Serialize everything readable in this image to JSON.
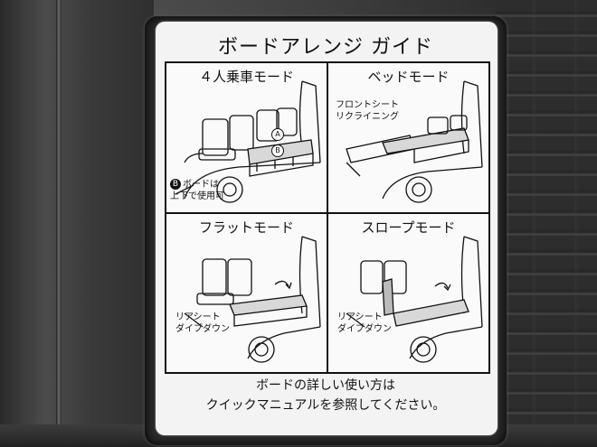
{
  "title": "ボードアレンジ ガイド",
  "panels": [
    {
      "title": "４人乗車モード",
      "notes": [
        "ボードは",
        "上下で使用可"
      ],
      "badge": "B",
      "markers": [
        "A",
        "B"
      ]
    },
    {
      "title": "ベッドモード",
      "notes": [
        "フロントシート",
        "リクライニング"
      ]
    },
    {
      "title": "フラットモード",
      "notes": [
        "リアシート",
        "ダイブダウン"
      ]
    },
    {
      "title": "スロープモード",
      "notes": [
        "リアシート",
        "ダイブダウン"
      ]
    }
  ],
  "footer": {
    "line1": "ボードの詳しい使い方は",
    "line2": "クイックマニュアルを参照してください。"
  },
  "colors": {
    "plate": "#f3f3f3",
    "ink": "#111111",
    "trim": "#2e2e2e"
  }
}
